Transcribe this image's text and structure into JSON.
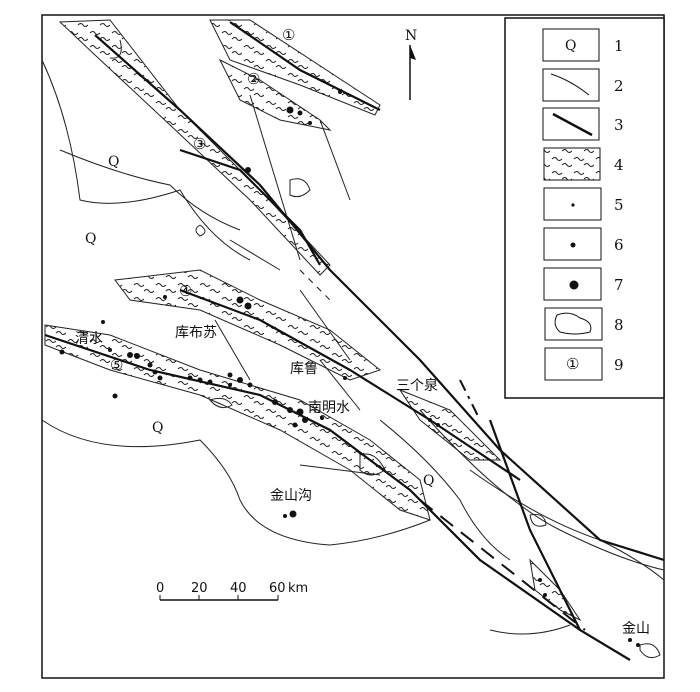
{
  "north_label": "N",
  "quaternary_label": "Q",
  "places": {
    "qingshui": "清水",
    "kubusu": "库布苏",
    "kulu": "库鲁",
    "nanmingshui": "南明水",
    "sangequan": "三个泉",
    "jinshangou": "金山沟",
    "jinshan": "金山"
  },
  "belts": [
    "①",
    "②",
    "③",
    "④",
    "⑤"
  ],
  "scale_bar": {
    "ticks": [
      "0",
      "20",
      "40",
      "60"
    ],
    "unit": "km"
  },
  "legend": [
    {
      "number": "1",
      "symbol": "Q"
    },
    {
      "number": "2",
      "symbol": "thin-line"
    },
    {
      "number": "3",
      "symbol": "thick-line"
    },
    {
      "number": "4",
      "symbol": "wavy-hatch"
    },
    {
      "number": "5",
      "symbol": "small-dot"
    },
    {
      "number": "6",
      "symbol": "medium-dot"
    },
    {
      "number": "7",
      "symbol": "large-dot"
    },
    {
      "number": "8",
      "symbol": "outline-body"
    },
    {
      "number": "9",
      "symbol": "①"
    }
  ]
}
